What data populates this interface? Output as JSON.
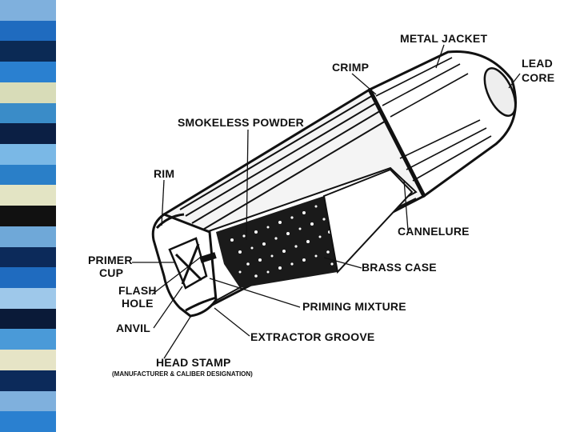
{
  "slide": {
    "stripe_colors": [
      "#7fb0dd",
      "#1f6bbf",
      "#0b2a55",
      "#2a80d0",
      "#d8dcb8",
      "#3a8cc8",
      "#0b1f44",
      "#7ab8e6",
      "#2a7fc8",
      "#e3e4c4",
      "#111111",
      "#6fa8d8",
      "#0c2a5a",
      "#1f6bbf",
      "#9ec8ea",
      "#0a1a38",
      "#4a9ad8",
      "#e6e4c6",
      "#0c2a5a",
      "#7fb0dd",
      "#2a80d0"
    ]
  },
  "diagram": {
    "labels": {
      "metal_jacket": "METAL JACKET",
      "lead_core_line1": "LEAD",
      "lead_core_line2": "CORE",
      "crimp": "CRIMP",
      "smokeless_powder": "SMOKELESS POWDER",
      "rim": "RIM",
      "cannelure": "CANNELURE",
      "primer_cup_line1": "PRIMER",
      "primer_cup_line2": "CUP",
      "brass_case": "BRASS CASE",
      "flash_hole_line1": "FLASH",
      "flash_hole_line2": "HOLE",
      "priming_mixture": "PRIMING MIXTURE",
      "anvil": "ANVIL",
      "extractor_groove": "EXTRACTOR GROOVE",
      "head_stamp": "HEAD STAMP",
      "head_stamp_note": "(MANUFACTURER & CALIBER DESIGNATION)"
    }
  }
}
